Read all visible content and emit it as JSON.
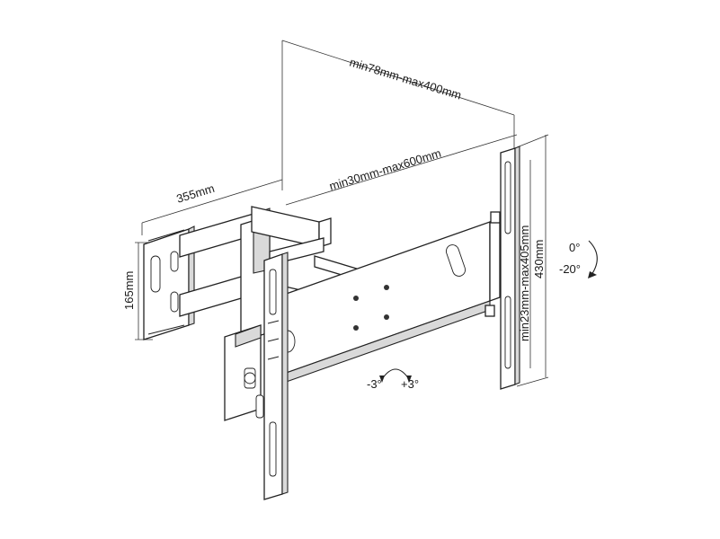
{
  "labels": {
    "depth_range": "min78mm-max400mm",
    "arm_range": "min30mm-max600mm",
    "wall_plate_width": "355mm",
    "wall_plate_height": "165mm",
    "tv_plate_range": "min23mm-max405mm",
    "tv_plate_height": "430mm",
    "tilt_up": "0°",
    "tilt_down": "-20°",
    "level_minus": "-3°",
    "level_plus": "+3°"
  },
  "colors": {
    "line": "#222222",
    "shade": "#d9d9d9",
    "background": "#ffffff"
  }
}
